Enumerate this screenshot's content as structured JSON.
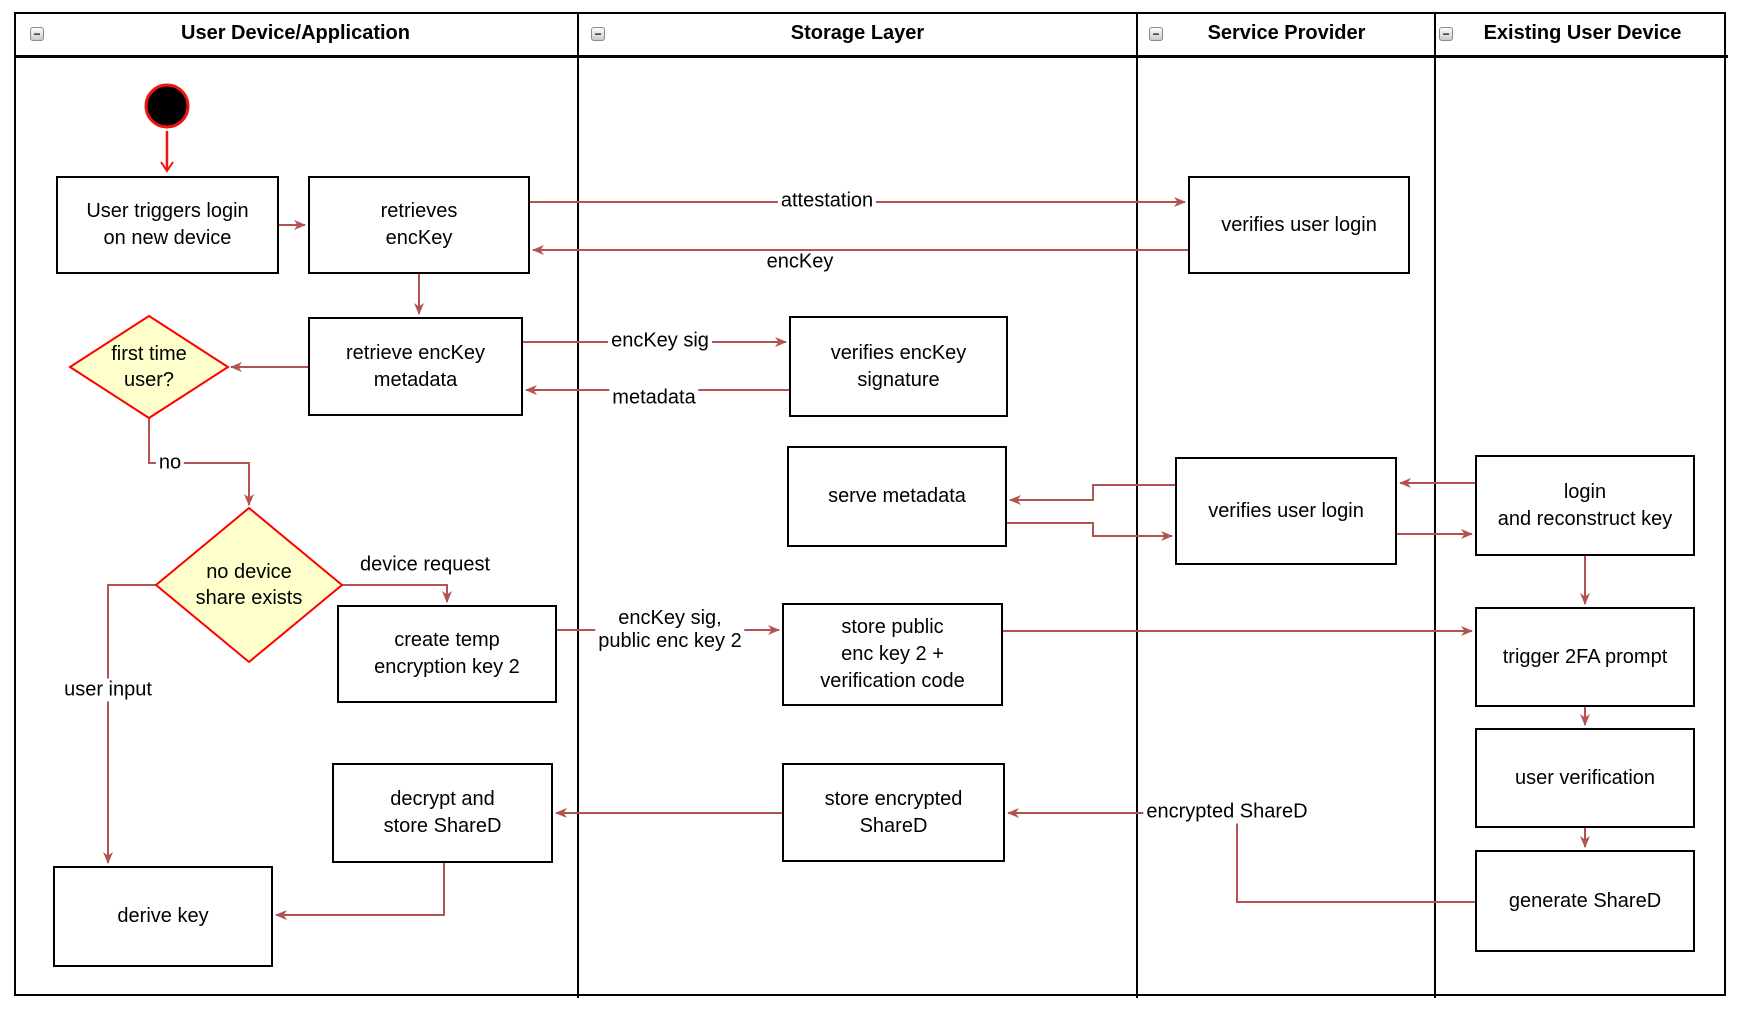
{
  "lanes": [
    {
      "title": "User Device/Application"
    },
    {
      "title": "Storage Layer"
    },
    {
      "title": "Service Provider"
    },
    {
      "title": "Existing User Device"
    }
  ],
  "ui": {
    "collapse_glyph": "−"
  },
  "colors": {
    "edge": "#b25350",
    "accent_red": "#f21313",
    "decision_fill": "#ffffcc",
    "decision_border": "#ff0000",
    "node_border": "#000000",
    "node_fill": "#ffffff"
  },
  "nodes": {
    "user_triggers": {
      "label": "User triggers login\non new device"
    },
    "retrieves_enckey": {
      "label": "retrieves\nencKey"
    },
    "retrieve_metadata": {
      "label": "retrieve encKey\nmetadata"
    },
    "first_time_user": {
      "label": "first time\nuser?"
    },
    "no_device_share": {
      "label": "no device\nshare exists"
    },
    "create_temp_key": {
      "label": "create temp\nencryption key 2"
    },
    "decrypt_store_shared": {
      "label": "decrypt and\nstore ShareD"
    },
    "derive_key": {
      "label": "derive key"
    },
    "verifies_enckey_signature": {
      "label": "verifies encKey\nsignature"
    },
    "serve_metadata": {
      "label": "serve metadata"
    },
    "store_public_key": {
      "label": "store public\nenc key 2 +\nverification code"
    },
    "store_encrypted_shared": {
      "label": "store encrypted\nShareD"
    },
    "verifies_user_login_top": {
      "label": "verifies user login"
    },
    "verifies_user_login_mid": {
      "label": "verifies user login"
    },
    "login_reconstruct": {
      "label": "login\nand reconstruct key"
    },
    "trigger_2fa": {
      "label": "trigger 2FA prompt"
    },
    "user_verification": {
      "label": "user verification"
    },
    "generate_shared": {
      "label": "generate ShareD"
    }
  },
  "edge_labels": {
    "attestation": "attestation",
    "enckey": "encKey",
    "enckey_sig": "encKey sig",
    "metadata": "metadata",
    "no": "no",
    "device_request": "device request",
    "enckey_sig_public": "encKey sig,\npublic enc key 2",
    "user_input": "user input",
    "encrypted_shared": "encrypted ShareD"
  }
}
